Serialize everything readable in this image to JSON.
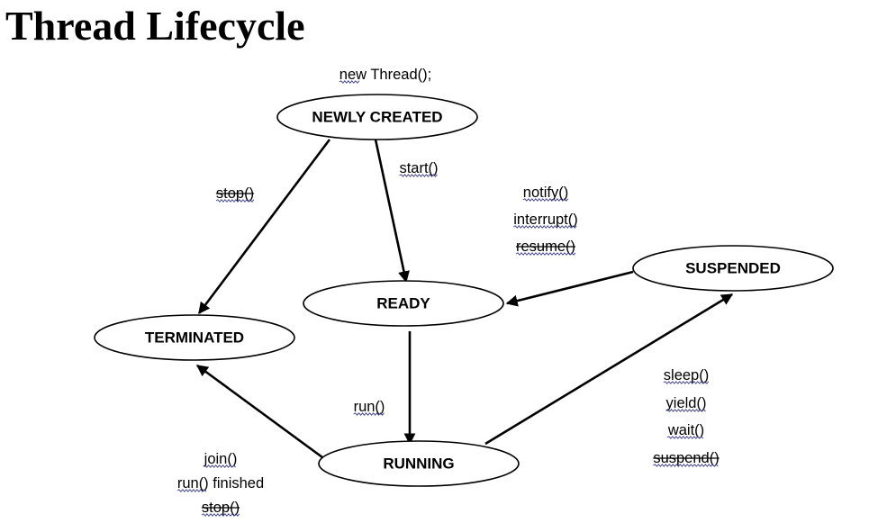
{
  "title": "Thread Lifecycle",
  "constructor_label": "new Thread();",
  "states": {
    "newly_created": "NEWLY CREATED",
    "ready": "READY",
    "suspended": "SUSPENDED",
    "terminated": "TERMINATED",
    "running": "RUNNING"
  },
  "transitions": {
    "new_to_ready": [
      "start()"
    ],
    "new_to_terminated": [
      "stop()"
    ],
    "suspended_to_ready": [
      "notify()",
      "interrupt()",
      "resume()"
    ],
    "ready_to_running": [
      "run()"
    ],
    "running_to_suspended": [
      "sleep()",
      "yield()",
      "wait()",
      "suspend()"
    ],
    "running_to_terminated": [
      "join()",
      "run() finished",
      "stop()"
    ]
  },
  "deprecated_methods": [
    "stop()",
    "resume()",
    "suspend()"
  ]
}
